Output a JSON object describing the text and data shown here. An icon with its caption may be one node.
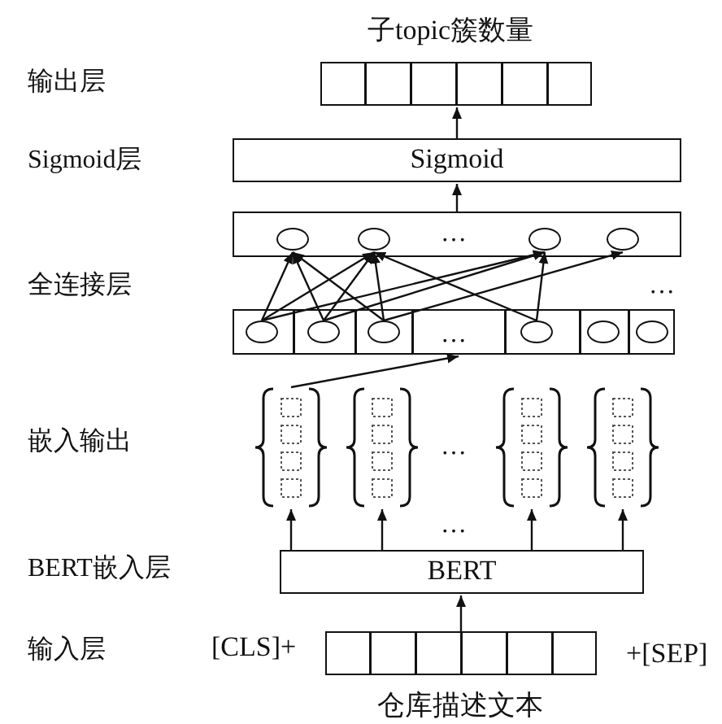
{
  "diagram": {
    "nodes": [
      {
        "text": [],
        "shape": "box",
        "beside": [
          "子topic簇数量"
        ]
      },
      {
        "text": [
          "Sigmoid"
        ]
      },
      {
        "text": [],
        "shape": "box"
      },
      {
        "text": [],
        "shape": "circle",
        "in": 2
      },
      {
        "text": [],
        "shape": "circle",
        "in": 2
      },
      {
        "text": [],
        "shape": "circle",
        "in": 2
      },
      {
        "text": [],
        "shape": "circle",
        "in": 2
      },
      {
        "text": [],
        "shape": "box"
      },
      {
        "text": [],
        "shape": "circle",
        "in": 7
      },
      {
        "text": [],
        "shape": "circle",
        "in": 7
      },
      {
        "text": [],
        "shape": "circle",
        "in": 7
      },
      {
        "text": [],
        "shape": "circle",
        "in": 7
      },
      {
        "text": [],
        "shape": "circle",
        "in": 7
      },
      {
        "text": [],
        "shape": "circle",
        "in": 7
      },
      {
        "text": [],
        "shape": "box"
      },
      {
        "text": [],
        "shape": "box"
      },
      {
        "text": [],
        "shape": "box"
      },
      {
        "text": [],
        "shape": "box"
      },
      {
        "text": [
          "BERT"
        ]
      },
      {
        "text": [],
        "shape": "box",
        "beside": [
          "[CLS]+",
          "+[SEP]",
          "仓库描述文本"
        ]
      }
    ],
    "edges": [
      {
        "from": 19,
        "to": 18,
        "arrow": "to"
      },
      {
        "from": 18,
        "to": 14,
        "arrow": "to"
      },
      {
        "from": 18,
        "to": 15,
        "arrow": "to"
      },
      {
        "from": 18,
        "to": 16,
        "arrow": "to"
      },
      {
        "from": 18,
        "to": 17,
        "arrow": "to"
      },
      {
        "from": 14,
        "to": 7,
        "arrow": "to"
      },
      {
        "from": 8,
        "to": 3,
        "arrow": "to"
      },
      {
        "from": 8,
        "to": 4,
        "arrow": "to"
      },
      {
        "from": 8,
        "to": 5,
        "arrow": "to"
      },
      {
        "from": 9,
        "to": 3,
        "arrow": "to"
      },
      {
        "from": 9,
        "to": 4,
        "arrow": "to"
      },
      {
        "from": 9,
        "to": 5,
        "arrow": "to"
      },
      {
        "from": 10,
        "to": 3,
        "arrow": "to"
      },
      {
        "from": 10,
        "to": 4,
        "arrow": "to"
      },
      {
        "from": 10,
        "to": 6,
        "arrow": "to"
      },
      {
        "from": 11,
        "to": 4,
        "arrow": "to"
      },
      {
        "from": 11,
        "to": 5,
        "arrow": "to"
      },
      {
        "from": 2,
        "to": 1,
        "arrow": "to"
      },
      {
        "from": 1,
        "to": 0,
        "arrow": "to"
      }
    ],
    "labels": [
      "输出层",
      "Sigmoid层",
      "…",
      "全连接层",
      "…",
      "…",
      "嵌入输出",
      "…",
      "…",
      "BERT嵌入层",
      "输入层"
    ]
  }
}
